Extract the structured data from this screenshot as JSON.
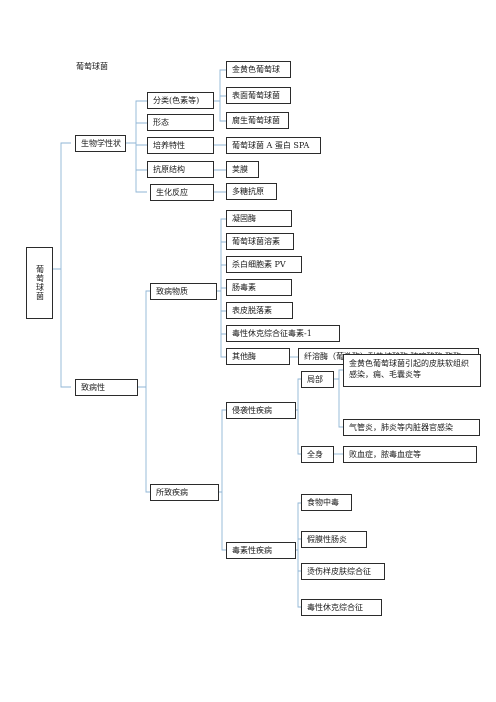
{
  "title": "葡萄球菌",
  "root": "葡萄球菌",
  "biology": {
    "label": "生物学性状",
    "classification": {
      "label": "分类(色素等)",
      "items": [
        "金黄色葡萄球",
        "表面葡萄球菌",
        "腐生葡萄球菌"
      ]
    },
    "morphology": "形态",
    "culture": {
      "label": "培养特性",
      "detail": "葡萄球菌 A 蛋白 SPA"
    },
    "antigen": {
      "label": "抗原结构",
      "detail": "荚膜"
    },
    "biochem": {
      "label": "生化反应",
      "detail": "多糖抗原"
    }
  },
  "pathogenicity": {
    "label": "致病性",
    "substances": {
      "label": "致病物质",
      "items": [
        "凝固酶",
        "葡萄球菌溶素",
        "杀白细胞素 PV",
        "肠毒素",
        "表皮脱落素",
        "毒性休克综合征毒素-1",
        "其他酶"
      ],
      "other_enzymes": "纤溶酶（葡激酶）耐热核酸酶  玻璃酸酶  酯酶"
    },
    "diseases": {
      "label": "所致疾病",
      "invasive": {
        "label": "侵袭性疾病",
        "local": {
          "label": "局部",
          "items": [
            "金黄色葡萄球菌引起的皮肤软组织感染，痈、毛囊炎等",
            "气管炎，肺炎等内脏器官感染"
          ]
        },
        "systemic": {
          "label": "全身",
          "detail": "败血症，脓毒血症等"
        }
      },
      "toxin": {
        "label": "毒素性疾病",
        "items": [
          "食物中毒",
          "假膜性肠炎",
          "烫伤样皮肤综合征",
          "毒性休克综合征"
        ]
      }
    }
  }
}
